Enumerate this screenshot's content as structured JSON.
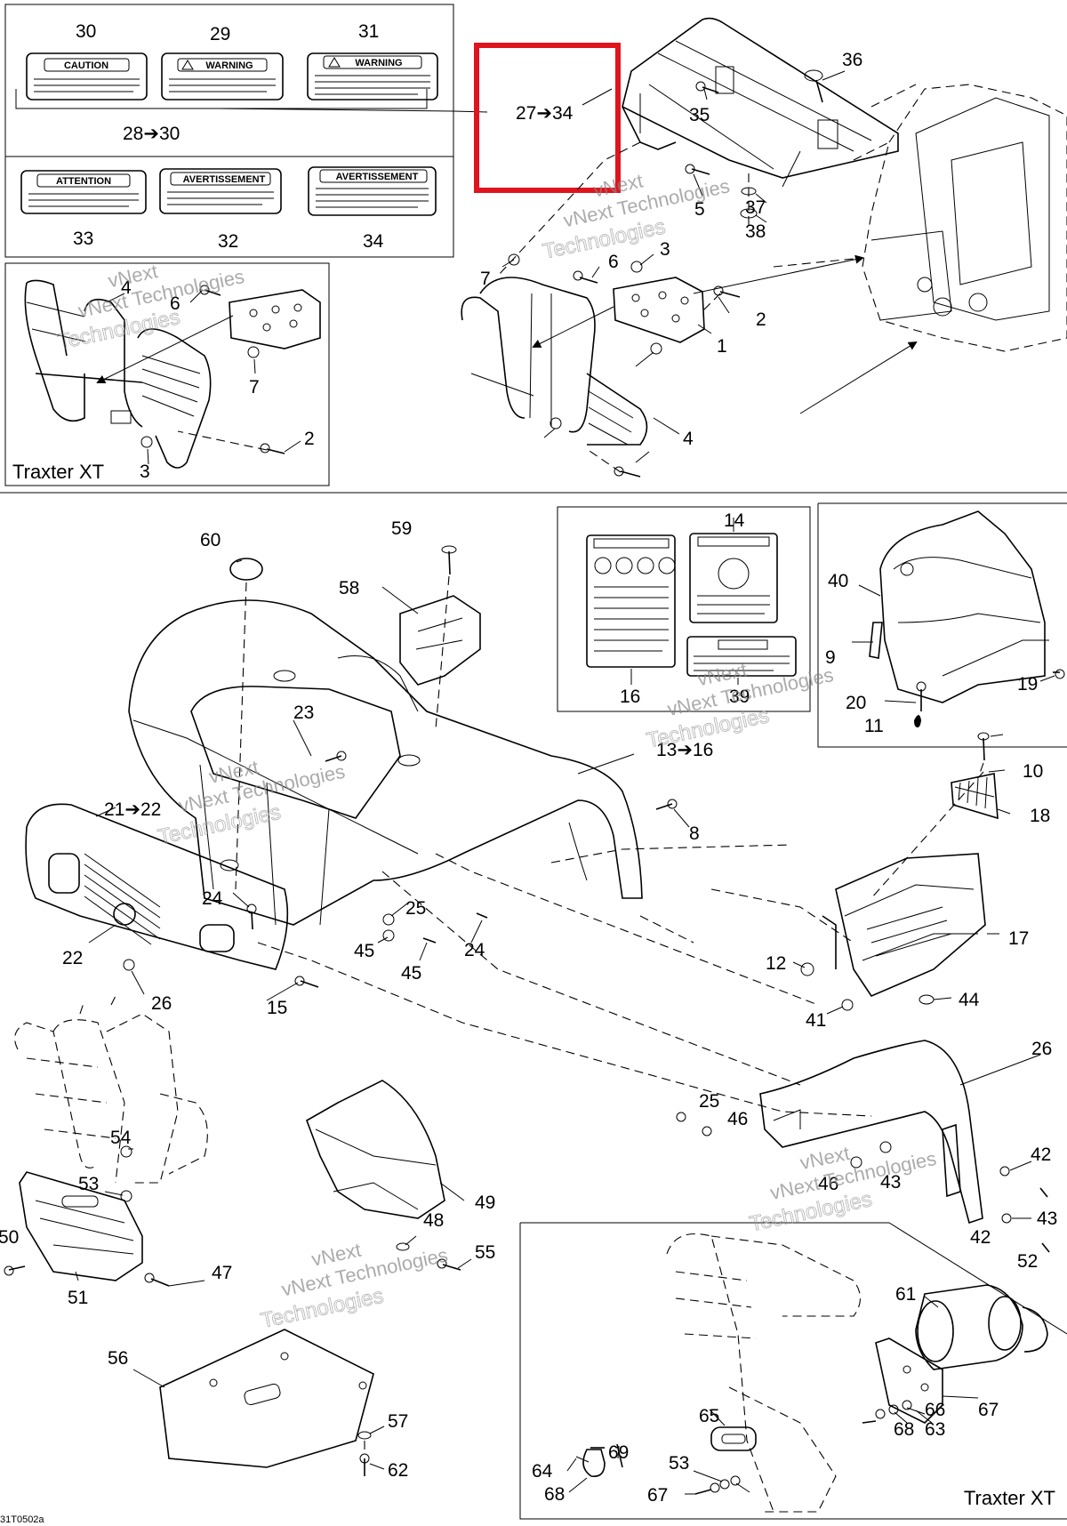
{
  "decals": {
    "caution_title": "CAUTION",
    "warning_title": "WARNING",
    "attention_title": "ATTENTION",
    "avertissement_title": "AVERTISSEMENT",
    "group_top": "28➔30",
    "group_label": "27➔34",
    "group_front_body": "13➔16"
  },
  "model_labels": {
    "top_left": "Traxter XT",
    "bottom_right": "Traxter XT"
  },
  "watermark": {
    "line1": "vNext",
    "line2": "vNext Technologies",
    "line3": "Technologies"
  },
  "drawing_ref": "31T0502a",
  "highlight_color": "#e0141e",
  "callouts": [
    "30",
    "29",
    "31",
    "33",
    "32",
    "34",
    "36",
    "35",
    "5",
    "37",
    "38",
    "7",
    "6",
    "3",
    "2",
    "1",
    "4",
    "6",
    "7",
    "2",
    "3",
    "4",
    "60",
    "59",
    "58",
    "23",
    "21➔22",
    "22",
    "24",
    "26",
    "25",
    "45",
    "45",
    "24",
    "15",
    "14",
    "16",
    "39",
    "40",
    "9",
    "19",
    "20",
    "11",
    "10",
    "18",
    "8",
    "17",
    "12",
    "44",
    "41",
    "26",
    "25",
    "46",
    "46",
    "43",
    "42",
    "43",
    "42",
    "52",
    "54",
    "53",
    "50",
    "51",
    "47",
    "49",
    "48",
    "55",
    "56",
    "57",
    "62",
    "61",
    "67",
    "66",
    "68",
    "63",
    "65",
    "69",
    "64",
    "68",
    "53",
    "67"
  ]
}
